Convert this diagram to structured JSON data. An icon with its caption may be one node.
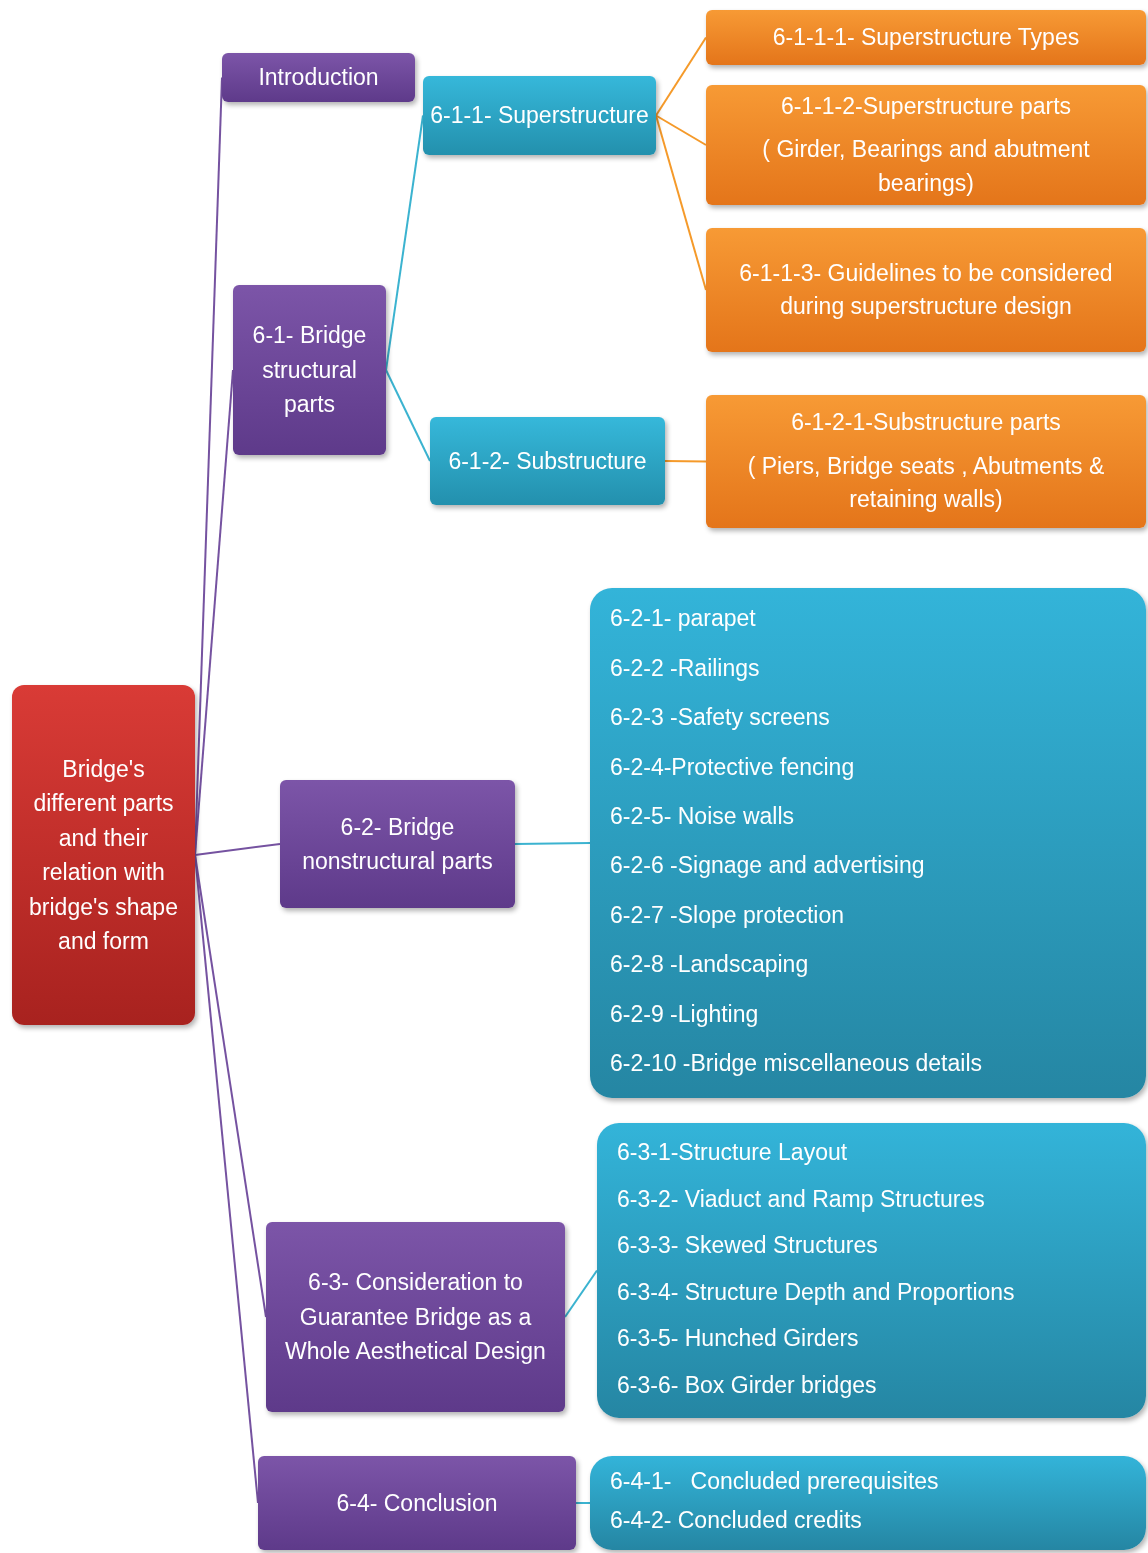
{
  "diagram": {
    "nodes": [
      {
        "text": [
          "Bridge's different parts and their relation with bridge's shape and form"
        ]
      },
      {
        "text": [
          "Introduction"
        ]
      },
      {
        "text": [
          "6-1- Bridge structural parts"
        ]
      },
      {
        "text": [
          "6-1-1- Superstructure"
        ]
      },
      {
        "text": [
          "6-1-1-1- Superstructure Types"
        ]
      },
      {
        "text": [
          "6-1-1-2-Superstructure parts",
          "( Girder, Bearings and abutment bearings)"
        ]
      },
      {
        "text": [
          "6-1-1-3- Guidelines to be considered during superstructure design"
        ]
      },
      {
        "text": [
          "6-1-2- Substructure"
        ]
      },
      {
        "text": [
          "6-1-2-1-Substructure parts",
          "( Piers, Bridge seats , Abutments & retaining walls)"
        ]
      },
      {
        "text": [
          "6-2- Bridge nonstructural parts"
        ]
      },
      {
        "text": [
          "6-2-1- parapet",
          "6-2-2 -Railings",
          "6-2-3 -Safety screens",
          "6-2-4-Protective fencing",
          "6-2-5- Noise walls",
          "6-2-6 -Signage and advertising",
          "6-2-7 -Slope protection",
          "6-2-8 -Landscaping",
          "6-2-9 -Lighting",
          "6-2-10 -Bridge miscellaneous details"
        ]
      },
      {
        "text": [
          "6-3- Consideration to Guarantee Bridge as a Whole Aesthetical Design"
        ]
      },
      {
        "text": [
          "6-3-1-Structure Layout",
          "6-3-2- Viaduct and Ramp Structures",
          "6-3-3- Skewed Structures",
          "6-3-4- Structure Depth and Proportions",
          "6-3-5- Hunched Girders",
          "6-3-6- Box Girder bridges"
        ]
      },
      {
        "text": [
          "6-4- Conclusion"
        ]
      },
      {
        "text": [
          "6-4-1-   Concluded prerequisites",
          "6-4-2- Concluded credits"
        ]
      }
    ],
    "edges": [
      {
        "from": 0,
        "to": 1,
        "arrow": "none"
      },
      {
        "from": 0,
        "to": 2,
        "arrow": "none"
      },
      {
        "from": 0,
        "to": 9,
        "arrow": "none"
      },
      {
        "from": 0,
        "to": 11,
        "arrow": "none"
      },
      {
        "from": 0,
        "to": 13,
        "arrow": "none"
      },
      {
        "from": 2,
        "to": 3,
        "arrow": "none",
        "color": "#3bb3d0"
      },
      {
        "from": 2,
        "to": 7,
        "arrow": "none",
        "color": "#3bb3d0"
      },
      {
        "from": 3,
        "to": 4,
        "arrow": "none",
        "color": "#f59a2a"
      },
      {
        "from": 3,
        "to": 5,
        "arrow": "none",
        "color": "#f59a2a"
      },
      {
        "from": 3,
        "to": 6,
        "arrow": "none",
        "color": "#f59a2a"
      },
      {
        "from": 7,
        "to": 8,
        "arrow": "none",
        "color": "#f59a2a"
      },
      {
        "from": 9,
        "to": 10,
        "arrow": "none",
        "color": "#3bb3d0"
      },
      {
        "from": 11,
        "to": 12,
        "arrow": "none",
        "color": "#3bb3d0"
      },
      {
        "from": 13,
        "to": 14,
        "arrow": "none",
        "color": "#3bb3d0"
      }
    ]
  }
}
